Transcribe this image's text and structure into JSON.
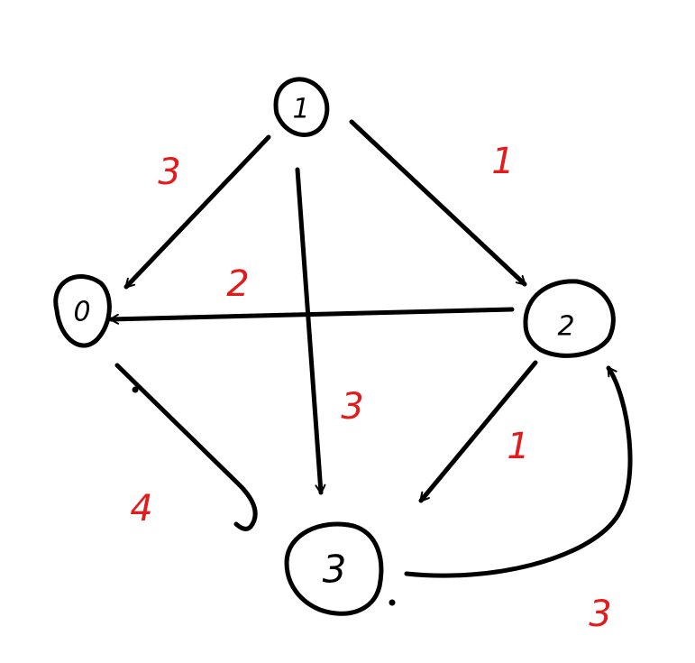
{
  "colors": {
    "ink": "#000000",
    "weight": "#e31b1b",
    "background": "#ffffff"
  },
  "nodes": [
    {
      "id": "n1",
      "label": "1"
    },
    {
      "id": "n0",
      "label": "0"
    },
    {
      "id": "n2",
      "label": "2"
    },
    {
      "id": "n3",
      "label": "3"
    }
  ],
  "edges": [
    {
      "from": "1",
      "to": "0",
      "weight": "3"
    },
    {
      "from": "1",
      "to": "2",
      "weight": "1"
    },
    {
      "from": "1",
      "to": "3",
      "weight": "3"
    },
    {
      "from": "2",
      "to": "0",
      "weight": "2"
    },
    {
      "from": "2",
      "to": "3",
      "weight": "1"
    },
    {
      "from": "0",
      "to": "3",
      "weight": "4"
    },
    {
      "from": "3",
      "to": "2",
      "weight": "3"
    }
  ]
}
